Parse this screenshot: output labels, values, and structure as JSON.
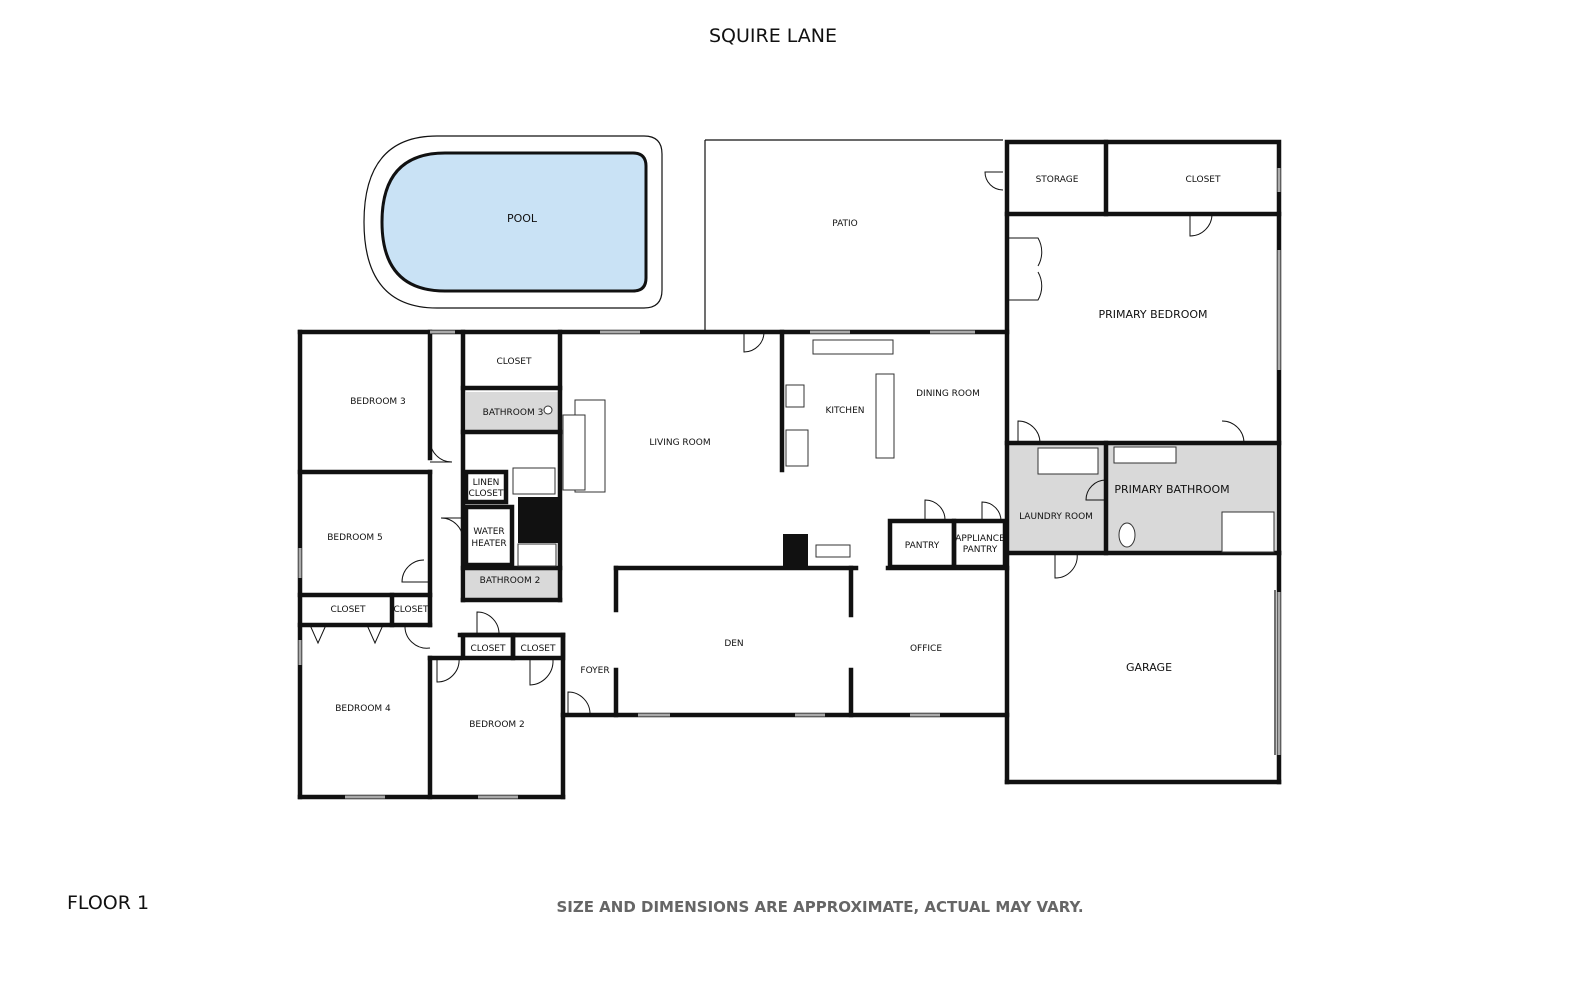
{
  "street_name": "SQUIRE LANE",
  "floor_label": "FLOOR 1",
  "disclaimer": "SIZE AND DIMENSIONS ARE APPROXIMATE, ACTUAL MAY VARY.",
  "colors": {
    "pool_water": "#c9e2f5",
    "wet_room_floor": "#d9d9d9",
    "walls": "#111111"
  },
  "rooms": {
    "pool": "POOL",
    "patio": "PATIO",
    "storage": "STORAGE",
    "closet_top": "CLOSET",
    "primary_bedroom": "PRIMARY BEDROOM",
    "bedroom_3": "BEDROOM 3",
    "closet_b3": "CLOSET",
    "bathroom_3": "BATHROOM 3",
    "living_room": "LIVING ROOM",
    "kitchen": "KITCHEN",
    "dining_room": "DINING ROOM",
    "linen_closet_1": "LINEN",
    "linen_closet_2": "CLOSET",
    "water_heater_1": "WATER",
    "water_heater_2": "HEATER",
    "bathroom_2": "BATHROOM 2",
    "bedroom_5": "BEDROOM 5",
    "pantry": "PANTRY",
    "appliance_pantry_1": "APPLIANCE",
    "appliance_pantry_2": "PANTRY",
    "laundry_room": "LAUNDRY ROOM",
    "primary_bathroom": "PRIMARY BATHROOM",
    "closet_b4": "CLOSET",
    "closet_b5": "CLOSET",
    "closet_b2a": "CLOSET",
    "closet_b2b": "CLOSET",
    "den": "DEN",
    "office": "OFFICE",
    "garage": "GARAGE",
    "foyer": "FOYER",
    "bedroom_4": "BEDROOM 4",
    "bedroom_2": "BEDROOM 2"
  }
}
